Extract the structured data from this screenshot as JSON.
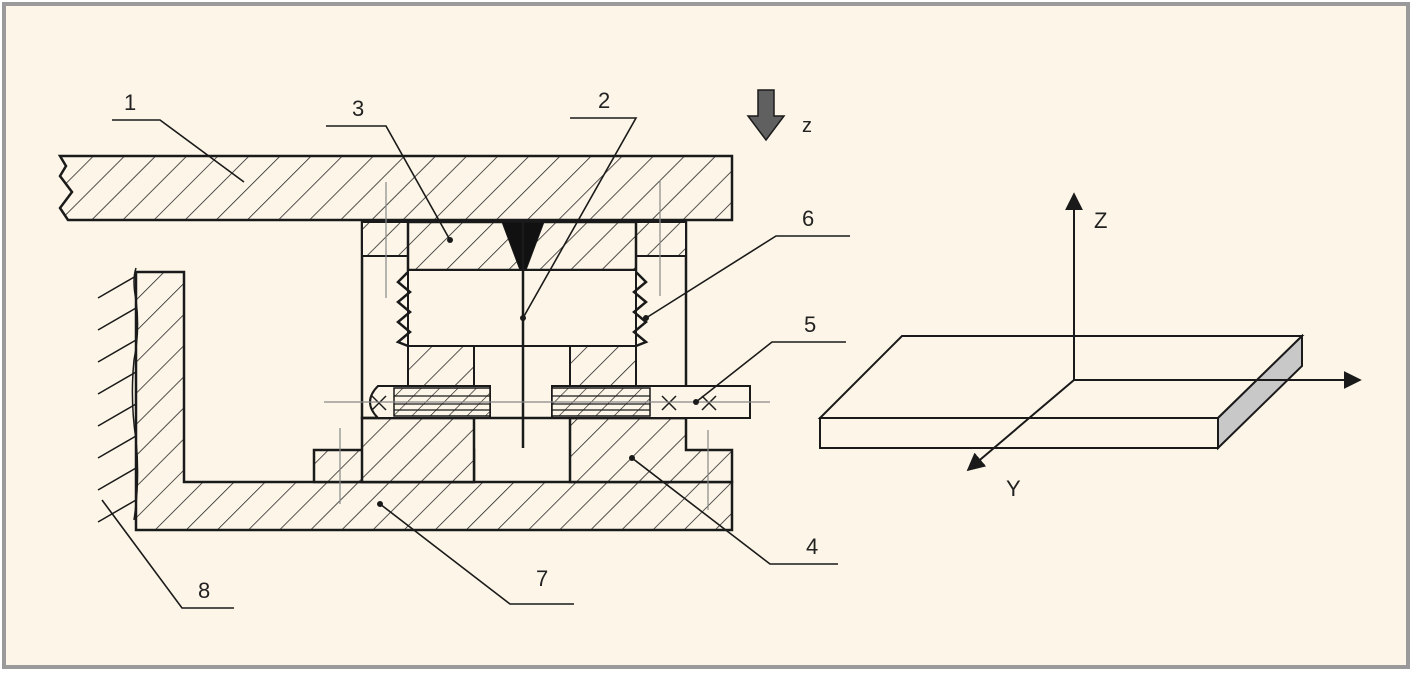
{
  "colors": {
    "background": "#fdf6e8",
    "frame": "#9a9a9a",
    "ink": "#1a1a1a",
    "arrow_fill": "#606060",
    "plate_side": "#c8c8c8"
  },
  "labels": {
    "n1": "1",
    "n2": "2",
    "n3": "3",
    "n4": "4",
    "n5": "5",
    "n6": "6",
    "n7": "7",
    "n8": "8"
  },
  "load_direction": {
    "label": "z",
    "icon": "down-arrow-icon"
  },
  "axes": {
    "z": "Z",
    "y": "Y"
  }
}
